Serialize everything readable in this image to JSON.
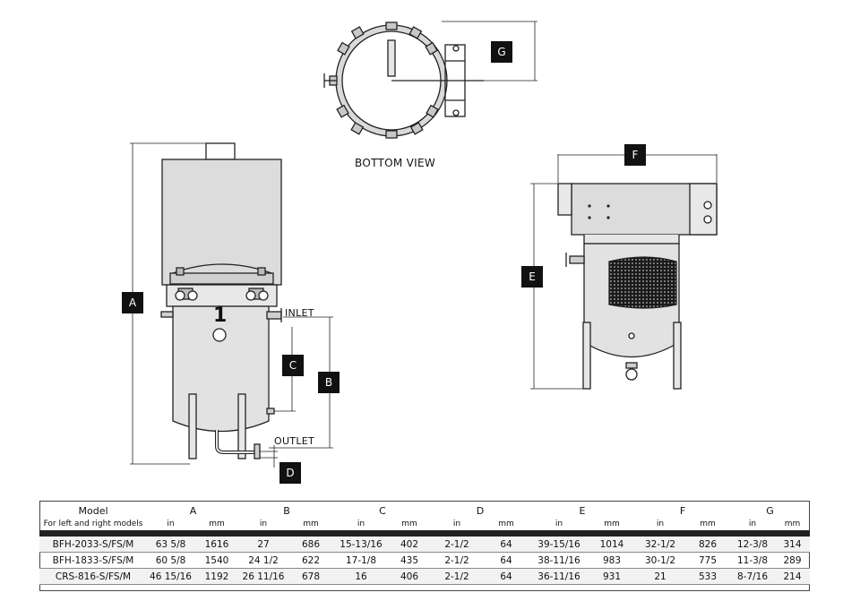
{
  "labels": {
    "A": "A",
    "B": "B",
    "C": "C",
    "D": "D",
    "E": "E",
    "F": "F",
    "G": "G",
    "bottom_view": "BOTTOM VIEW",
    "inlet": "INLET",
    "outlet": "OUTLET",
    "one": "1"
  },
  "table": {
    "model_header": "Model",
    "model_subheader": "For left and right models",
    "groups": [
      "A",
      "B",
      "C",
      "D",
      "E",
      "F",
      "G"
    ],
    "unit_in": "in",
    "unit_mm": "mm",
    "rows": [
      {
        "model": "BFH-2033-S/FS/M",
        "cells": [
          "63 5/8",
          "1616",
          "27",
          "686",
          "15-13/16",
          "402",
          "2-1/2",
          "64",
          "39-15/16",
          "1014",
          "32-1/2",
          "826",
          "12-3/8",
          "314"
        ]
      },
      {
        "model": "BFH-1833-S/FS/M",
        "cells": [
          "60 5/8",
          "1540",
          "24 1/2",
          "622",
          "17-1/8",
          "435",
          "2-1/2",
          "64",
          "38-11/16",
          "983",
          "30-1/2",
          "775",
          "11-3/8",
          "289"
        ]
      },
      {
        "model": "CRS-816-S/FS/M",
        "cells": [
          "46 15/16",
          "1192",
          "26 11/16",
          "678",
          "16",
          "406",
          "2-1/2",
          "64",
          "36-11/16",
          "931",
          "21",
          "533",
          "8-7/16",
          "214"
        ]
      }
    ]
  }
}
